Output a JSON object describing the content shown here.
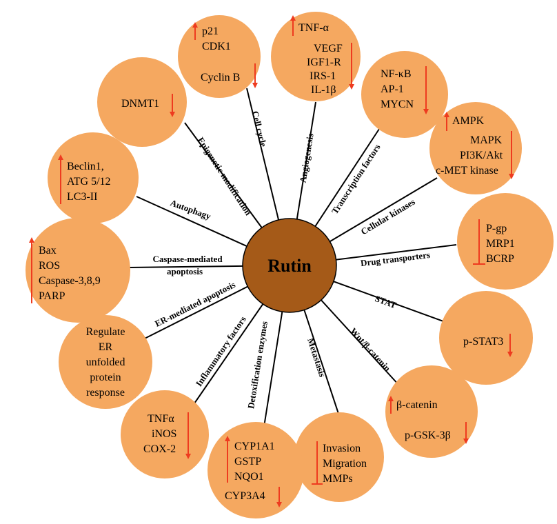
{
  "colors": {
    "node_fill": "#F5A860",
    "center_fill": "#A55A18",
    "arrow": "#EE3B1F",
    "line": "#000000"
  },
  "center": {
    "label": "Rutin"
  },
  "spokes": [
    {
      "label": "Cell cycle"
    },
    {
      "label": "Angiogenesis"
    },
    {
      "label": "Transcription factors"
    },
    {
      "label": "Cellular kinases"
    },
    {
      "label": "Drug transporters"
    },
    {
      "label": "STAT"
    },
    {
      "label": "Wnt/β-catenin"
    },
    {
      "label": "Metastasis"
    },
    {
      "label": "Detoxification enzymes"
    },
    {
      "label": "Inflammatory factors"
    },
    {
      "label": "ER-mediated apoptosis"
    },
    {
      "label": "Caspase-mediated",
      "label2": "apoptosis"
    },
    {
      "label": "Autophagy"
    },
    {
      "label": "Epigenetic modification"
    }
  ],
  "nodes": [
    {
      "lines": [
        "p21",
        "CDK1",
        "",
        "Cyclin B"
      ],
      "arrows": [
        {
          "dir": "up",
          "of": "p21"
        },
        {
          "dir": "down",
          "of": "Cyclin B"
        }
      ]
    },
    {
      "lines": [
        "TNF-α",
        "VEGF",
        "IGF1-R",
        "IRS-1",
        "IL-1β"
      ],
      "arrows": [
        {
          "dir": "up",
          "of": "TNF-α"
        },
        {
          "dir": "down",
          "of": "VEGF–IL-1β"
        }
      ]
    },
    {
      "lines": [
        "NF-κB",
        "AP-1",
        "MYCN"
      ],
      "arrows": [
        {
          "dir": "down",
          "of": "NF-κB–MYCN"
        }
      ]
    },
    {
      "lines": [
        "AMPK",
        "MAPK",
        "PI3K/Akt",
        "c-MET kinase"
      ],
      "arrows": [
        {
          "dir": "up",
          "of": "AMPK"
        },
        {
          "dir": "down",
          "of": "MAPK–c-MET kinase"
        }
      ]
    },
    {
      "lines": [
        "P-gp",
        "MRP1",
        "BCRP"
      ],
      "arrows": [
        {
          "dir": "inhibit",
          "of": "P-gp–BCRP"
        }
      ]
    },
    {
      "lines": [
        "p-STAT3"
      ],
      "arrows": [
        {
          "dir": "down",
          "of": "p-STAT3"
        }
      ]
    },
    {
      "lines": [
        "β-catenin",
        "",
        "p-GSK-3β"
      ],
      "arrows": [
        {
          "dir": "up",
          "of": "β-catenin"
        },
        {
          "dir": "down",
          "of": "p-GSK-3β"
        }
      ]
    },
    {
      "lines": [
        "Invasion",
        "Migration",
        "MMPs"
      ],
      "arrows": [
        {
          "dir": "inhibit",
          "of": "Invasion–MMPs"
        }
      ]
    },
    {
      "lines": [
        "CYP1A1",
        "GSTP",
        "NQO1",
        "",
        "CYP3A4"
      ],
      "arrows": [
        {
          "dir": "up",
          "of": "CYP1A1–NQO1"
        },
        {
          "dir": "down",
          "of": "CYP3A4"
        }
      ]
    },
    {
      "lines": [
        "TNFα",
        "iNOS",
        "COX-2"
      ],
      "arrows": [
        {
          "dir": "down",
          "of": "TNFα–COX-2"
        }
      ]
    },
    {
      "lines": [
        "Regulate",
        "ER",
        "unfolded",
        "protein",
        "response"
      ],
      "arrows": []
    },
    {
      "lines": [
        "Bax",
        "ROS",
        "Caspase-3,8,9",
        "PARP"
      ],
      "arrows": [
        {
          "dir": "up",
          "of": "Bax–PARP"
        }
      ]
    },
    {
      "lines": [
        "Beclin1,",
        "ATG 5/12",
        "LC3-II"
      ],
      "arrows": [
        {
          "dir": "up",
          "of": "Beclin1–LC3-II"
        }
      ]
    },
    {
      "lines": [
        "DNMT1"
      ],
      "arrows": [
        {
          "dir": "down",
          "of": "DNMT1"
        }
      ]
    }
  ]
}
